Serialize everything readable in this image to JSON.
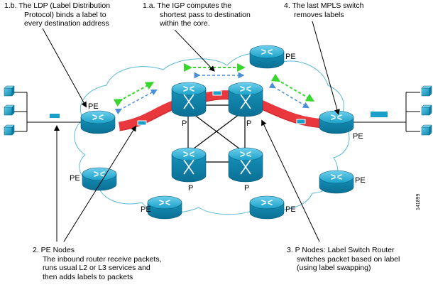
{
  "annotations": {
    "ldp": [
      "1.b. The LDP (Label Distribution",
      "Protocol) binds a label to",
      "every destination address"
    ],
    "igp": [
      "1.a. The IGP computes the",
      "shortest pass to destination",
      "within the core."
    ],
    "last_switch": [
      "4. The last MPLS switch",
      "removes labels"
    ],
    "pe_nodes": [
      "2. PE Nodes",
      "The inbound router receive packets,",
      "runs usual L2 or L3 services and",
      "then adds labels to packets"
    ],
    "p_nodes": [
      "3. P Nodes: Label Switch Router",
      "switches packet based on label",
      "(using label swapping)"
    ]
  },
  "labels": {
    "pe": "PE",
    "p": "P"
  },
  "figure_id": "141899",
  "colors": {
    "router_blue": "#1aa0c8",
    "router_dark": "#0b7ea6",
    "cloud_stroke": "#5ab8d8",
    "path_red": "#e8383d",
    "arrow_green": "#39d62f",
    "arrow_blue": "#4a8fd8"
  }
}
